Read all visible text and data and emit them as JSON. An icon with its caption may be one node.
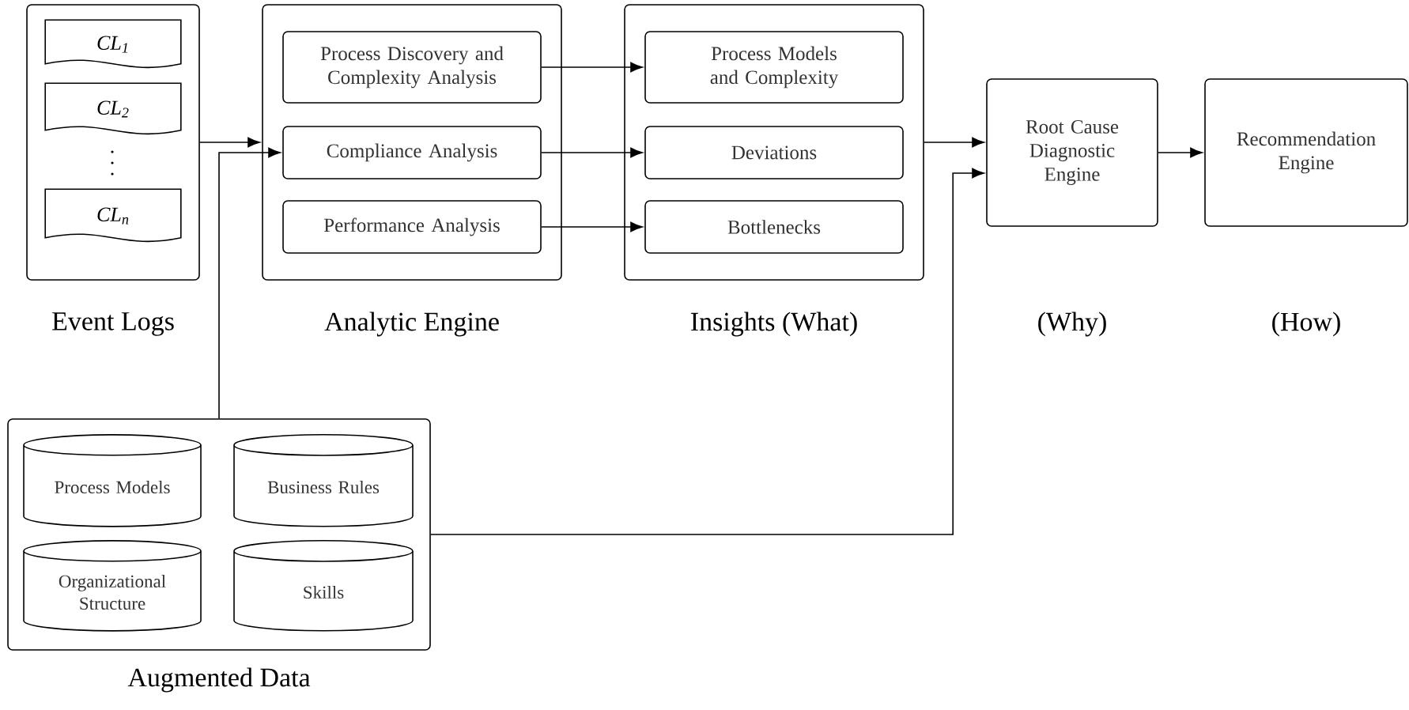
{
  "diagram": {
    "nodes": [
      {
        "text": [
          "Event Logs"
        ]
      },
      {
        "text": [
          "CL$_{1}$"
        ],
        "in": 0
      },
      {
        "text": [
          "CL$_{2}$"
        ],
        "in": 0
      },
      {
        "text": [
          "CL$_{n}$"
        ],
        "in": 0
      },
      {
        "text": [
          "Analytic Engine"
        ]
      },
      {
        "text": [
          "Process Discovery and Complexity Analysis"
        ],
        "in": 4
      },
      {
        "text": [
          "Compliance Analysis"
        ],
        "in": 4
      },
      {
        "text": [
          "Performance Analysis"
        ],
        "in": 4
      },
      {
        "text": [
          "Insights (What)"
        ]
      },
      {
        "text": [
          "Process Models and Complexity"
        ],
        "in": 8
      },
      {
        "text": [
          "Deviations"
        ],
        "in": 8
      },
      {
        "text": [
          "Bottlenecks"
        ],
        "in": 8
      },
      {
        "text": [
          "Root Cause Diagnostic Engine"
        ],
        "beside": [
          "(Why)"
        ]
      },
      {
        "text": [
          "Recommendation Engine"
        ],
        "beside": [
          "(How)"
        ]
      },
      {
        "text": [
          "Augmented Data"
        ]
      },
      {
        "text": [
          "Process Models"
        ],
        "in": 14
      },
      {
        "text": [
          "Business Rules"
        ],
        "in": 14
      },
      {
        "text": [
          "Organizational Structure"
        ],
        "in": 14
      },
      {
        "text": [
          "Skills"
        ],
        "in": 14
      }
    ],
    "edges": [
      {
        "from": 0,
        "to": 4,
        "arrow": "to"
      },
      {
        "from": 14,
        "to": 6,
        "arrow": "to"
      },
      {
        "from": 5,
        "to": 9,
        "arrow": "to"
      },
      {
        "from": 6,
        "to": 10,
        "arrow": "to"
      },
      {
        "from": 7,
        "to": 11,
        "arrow": "to"
      },
      {
        "from": 8,
        "to": 12,
        "arrow": "to"
      },
      {
        "from": 14,
        "to": 12,
        "arrow": "to"
      },
      {
        "from": 12,
        "to": 13,
        "arrow": "to"
      }
    ]
  }
}
